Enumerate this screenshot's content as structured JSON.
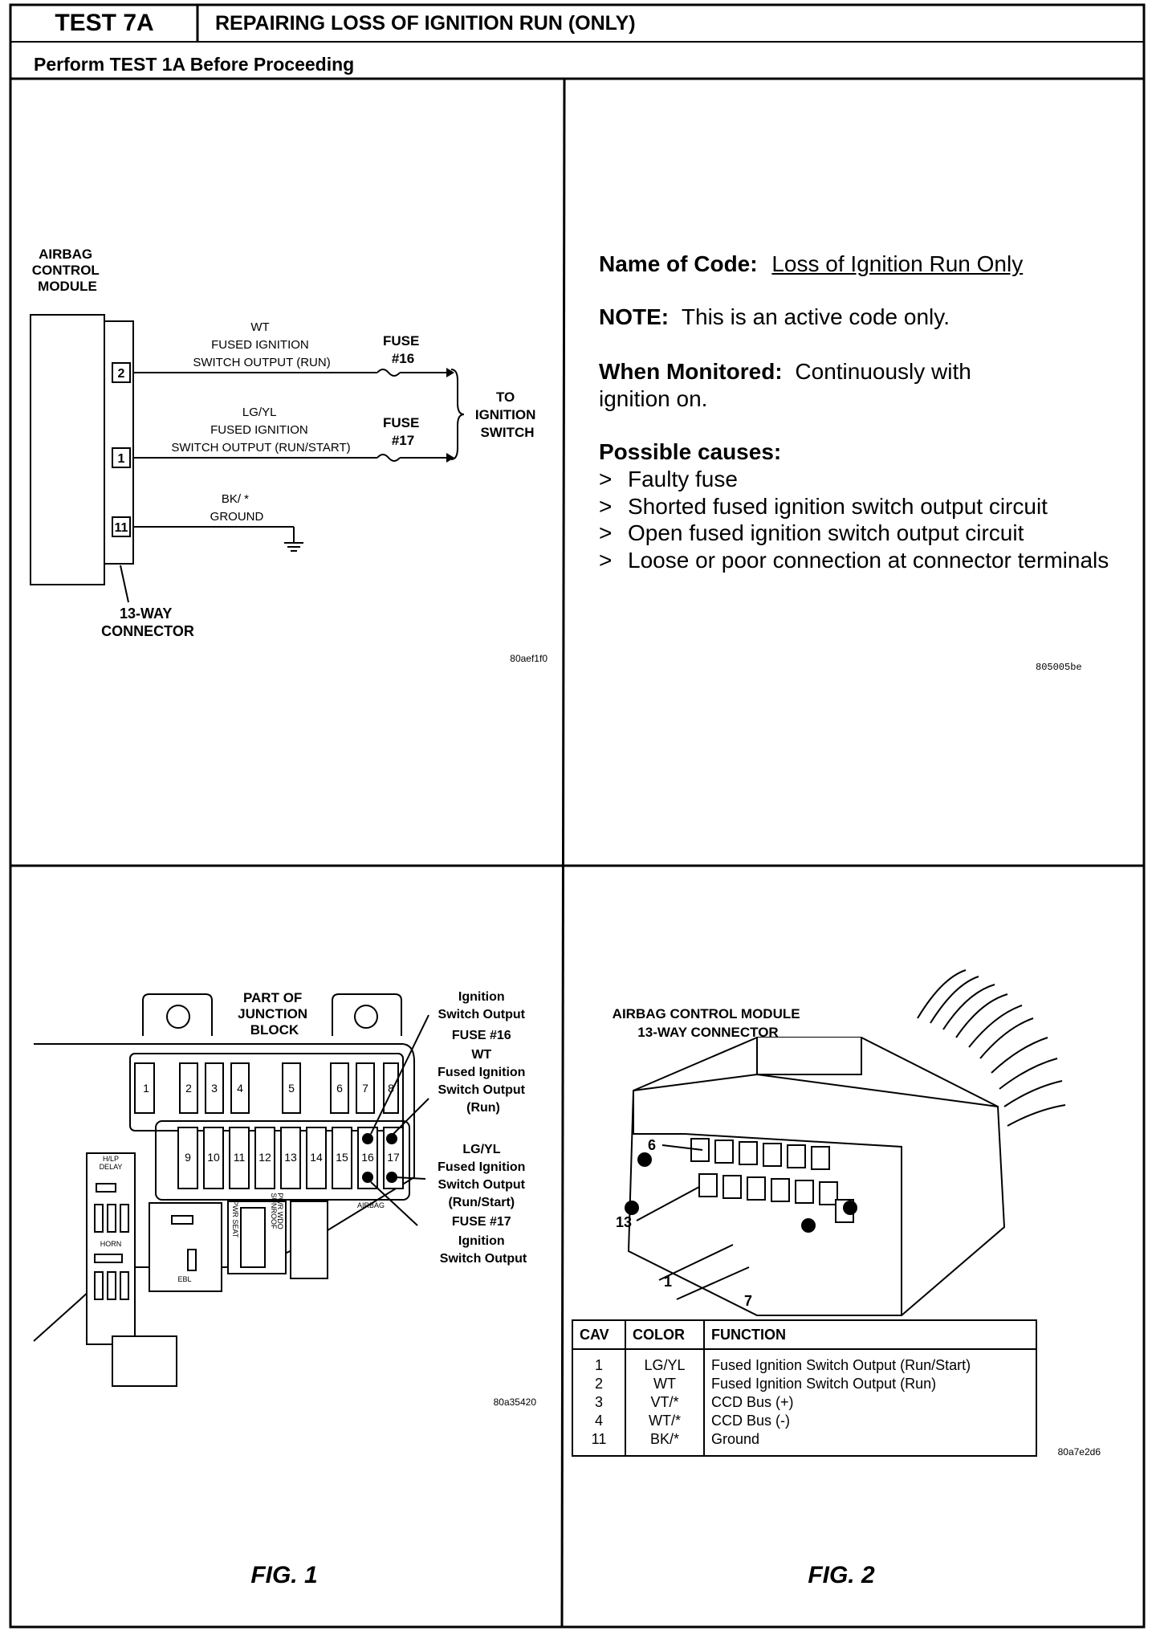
{
  "header": {
    "test_id": "TEST 7A",
    "title": "REPAIRING LOSS OF IGNITION RUN (ONLY)",
    "subtitle": "Perform TEST 1A Before Proceeding"
  },
  "schematic": {
    "module_label": [
      "AIRBAG",
      "CONTROL",
      "MODULE"
    ],
    "pins": [
      "2",
      "1",
      "11"
    ],
    "wire1": [
      "WT",
      "FUSED IGNITION",
      "SWITCH OUTPUT (RUN)"
    ],
    "wire2": [
      "LG/YL",
      "FUSED IGNITION",
      "SWITCH OUTPUT (RUN/START)"
    ],
    "wire3": [
      "BK/ *",
      "GROUND"
    ],
    "fuse16": [
      "FUSE",
      "#16"
    ],
    "fuse17": [
      "FUSE",
      "#17"
    ],
    "destination": [
      "TO",
      "IGNITION",
      "SWITCH"
    ],
    "connector": [
      "13-WAY",
      "CONNECTOR"
    ],
    "code": "80aef1f0"
  },
  "info": {
    "code_label": "Name of Code:",
    "code_value": "Loss of Ignition Run Only",
    "note_label": "NOTE:",
    "note_value": "This is an active code only.",
    "monitored_label": "When Monitored:",
    "monitored_value_1": "Continuously with",
    "monitored_value_2": "ignition on.",
    "causes_label": "Possible causes:",
    "causes": [
      "Faulty fuse",
      "Shorted fused ignition switch output circuit",
      "Open fused ignition switch output circuit",
      "Loose or poor connection at connector terminals"
    ],
    "code": "805005be"
  },
  "fig1": {
    "block_label": [
      "PART OF",
      "JUNCTION",
      "BLOCK"
    ],
    "top_fuses": [
      "1",
      "2",
      "3",
      "4",
      "5",
      "6",
      "7",
      "8"
    ],
    "bottom_fuses": [
      "9",
      "10",
      "11",
      "12",
      "13",
      "14",
      "15",
      "16",
      "17"
    ],
    "small_labels": {
      "hlp": "H/LP",
      "delay": "DELAY",
      "horn": "HORN",
      "ebl": "EBL",
      "pwr_seat": "PWR SEAT",
      "pwr_wdo": "PWR WDO",
      "sunroof": "SUNROOF",
      "airbag": "AIRBAG"
    },
    "callout_top": [
      "Ignition",
      "Switch Output",
      "FUSE #16",
      "WT",
      "Fused Ignition",
      "Switch Output",
      "(Run)"
    ],
    "callout_bottom": [
      "LG/YL",
      "Fused Ignition",
      "Switch Output",
      "(Run/Start)",
      "FUSE #17",
      "Ignition",
      "Switch Output"
    ],
    "code": "80a35420",
    "caption": "FIG. 1"
  },
  "fig2": {
    "title": [
      "AIRBAG CONTROL MODULE",
      "13-WAY CONNECTOR"
    ],
    "callouts": [
      "6",
      "13",
      "1",
      "7"
    ],
    "table": {
      "headers": [
        "CAV",
        "COLOR",
        "FUNCTION"
      ],
      "rows": [
        [
          "1",
          "LG/YL",
          "Fused Ignition Switch Output (Run/Start)"
        ],
        [
          "2",
          "WT",
          "Fused Ignition Switch Output (Run)"
        ],
        [
          "3",
          "VT/*",
          "CCD Bus (+)"
        ],
        [
          "4",
          "WT/*",
          "CCD Bus (-)"
        ],
        [
          "11",
          "BK/*",
          "Ground"
        ]
      ]
    },
    "code": "80a7e2d6",
    "caption": "FIG. 2"
  }
}
